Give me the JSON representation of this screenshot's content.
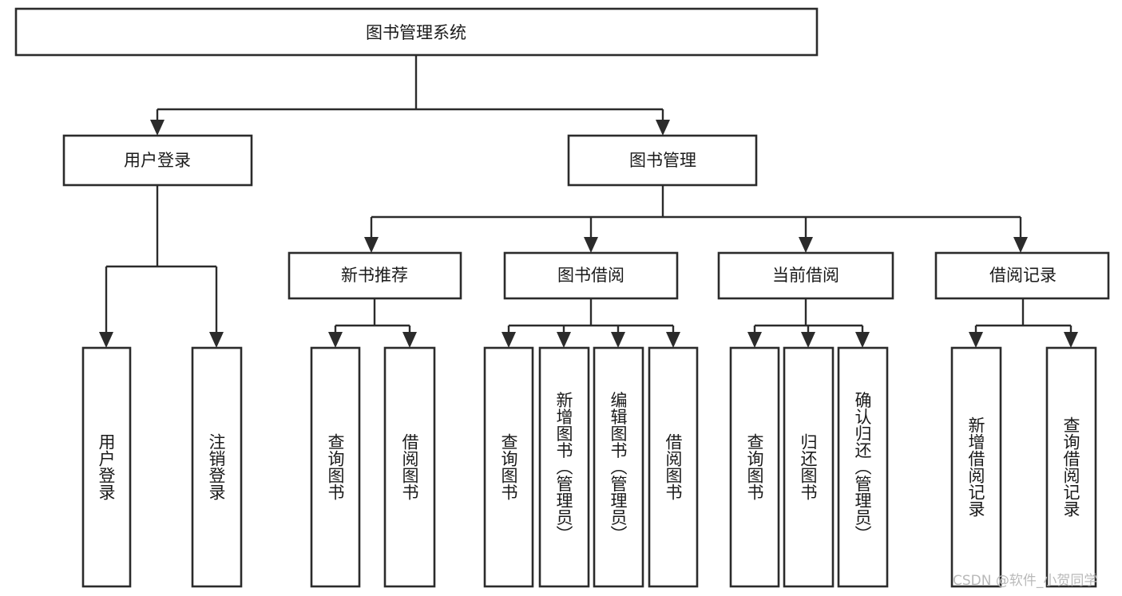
{
  "diagram": {
    "title": "图书管理系统",
    "type": "tree-hierarchy-diagram",
    "background_color": "#ffffff",
    "stroke_color": "#2b2b2b",
    "text_color": "#1a1a1a",
    "nodes": {
      "root": {
        "label": "图书管理系统",
        "orientation": "horizontal"
      },
      "level2": [
        {
          "label": "用户登录",
          "orientation": "horizontal"
        },
        {
          "label": "图书管理",
          "orientation": "horizontal"
        }
      ],
      "level3": [
        {
          "label": "新书推荐",
          "orientation": "horizontal"
        },
        {
          "label": "图书借阅",
          "orientation": "horizontal"
        },
        {
          "label": "当前借阅",
          "orientation": "horizontal"
        },
        {
          "label": "借阅记录",
          "orientation": "horizontal"
        }
      ],
      "leaves": {
        "user_login": [
          {
            "label": "用户登录",
            "orientation": "vertical"
          },
          {
            "label": "注销登录",
            "orientation": "vertical"
          }
        ],
        "new_book_recommend": [
          {
            "label": "查询图书",
            "orientation": "vertical"
          },
          {
            "label": "借阅图书",
            "orientation": "vertical"
          }
        ],
        "book_borrow": [
          {
            "label": "查询图书",
            "orientation": "vertical"
          },
          {
            "label": "新增图书（管理员）",
            "orientation": "vertical"
          },
          {
            "label": "编辑图书（管理员）",
            "orientation": "vertical"
          },
          {
            "label": "借阅图书",
            "orientation": "vertical"
          }
        ],
        "current_borrow": [
          {
            "label": "查询图书",
            "orientation": "vertical"
          },
          {
            "label": "归还图书",
            "orientation": "vertical"
          },
          {
            "label": "确认归还（管理员）",
            "orientation": "vertical"
          }
        ],
        "borrow_record": [
          {
            "label": "新增借阅记录",
            "orientation": "vertical"
          },
          {
            "label": "查询借阅记录",
            "orientation": "vertical"
          }
        ]
      }
    }
  },
  "watermark": {
    "text": "CSDN @软件_小贺同学",
    "color": "#b9b9b9"
  }
}
